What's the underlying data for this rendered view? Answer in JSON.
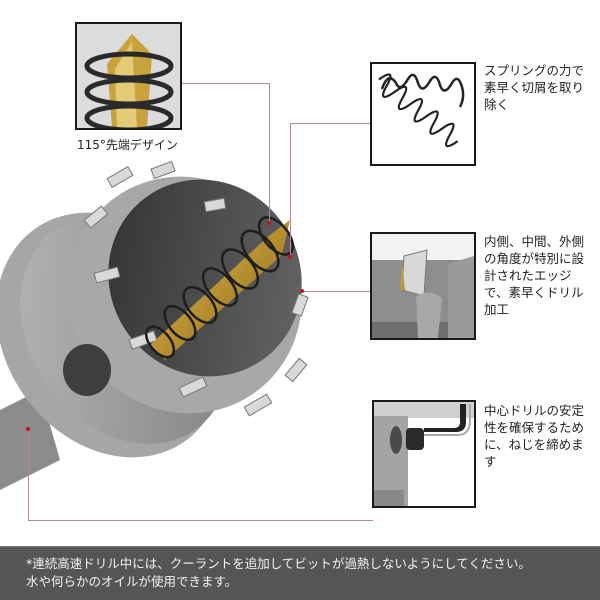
{
  "callouts": {
    "tip": {
      "caption": "115°先端デザイン",
      "icon": "drill-tip-with-spring"
    },
    "spring": {
      "text": "スプリングの力で素早く切屑を取り除く",
      "icon": "spring-coil"
    },
    "edge": {
      "text": "内側、中間、外側の角度が特別に設計されたエッジで、素早くドリル加工",
      "icon": "cutting-edge-closeup"
    },
    "screw": {
      "text": "中心ドリルの安定性を確保するために、ねじを締めます",
      "icon": "set-screw-hex-key"
    }
  },
  "footer": {
    "line1": "*連続高速ドリル中には、クーラントを追加してビットが過熱しないようにしてください。",
    "line2": "水や何らかのオイルが使用できます。"
  },
  "colors": {
    "leader_line": "#b98c92",
    "leader_dot": "#c0102a",
    "footer_bg": "#555555",
    "metal": "#9a9a9a",
    "gold": "#c8a23c"
  }
}
